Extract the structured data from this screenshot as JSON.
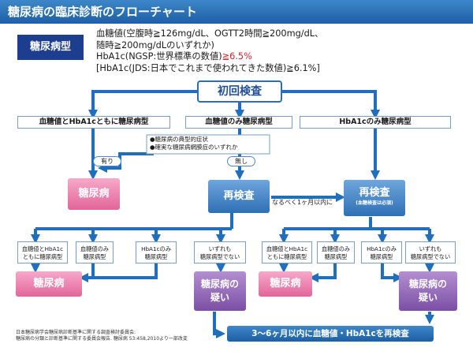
{
  "title": "糖尿病の臨床診断のフローチャート",
  "criteria": {
    "label": "糖尿病型",
    "line1": "血糖値(空腹時≧126mg/dL、OGTT2時間≧200mg/dL、",
    "line2": "随時≧200mg/dLのいずれか)",
    "line3_prefix": "HbA1c(NGSP:世界標準の数値)",
    "line3_value": "≧6.5%",
    "line4": "[HbA1c(JDS:日本でこれまで使われてきた数値)≧6.1%]"
  },
  "start": "初回検査",
  "branches": {
    "both": "血糖値とHbA1cともに糖尿病型",
    "glucose_only": "血糖値のみ糖尿病型",
    "hba1c_only": "HbA1cのみ糖尿病型"
  },
  "conditions": {
    "item1": "●糖尿病の典型的症状",
    "item2": "●確実な糖尿病網膜症のいずれか"
  },
  "labels": {
    "yes": "有り",
    "no": "無し"
  },
  "diabetes": "糖尿病",
  "retest": "再検査",
  "retest_note": "(血糖検査は必須)",
  "within_month": "なるべく1ヶ月以内に",
  "suspicion_line1": "糖尿病の",
  "suspicion_line2": "疑い",
  "sub": {
    "both_l1": "血糖値とHbA1c",
    "both_l2": "ともに糖尿病型",
    "glu_l1": "血糖値のみ",
    "glu_l2": "糖尿病型",
    "hba_l1": "HbA1cのみ",
    "hba_l2": "糖尿病型",
    "neither_l1": "いずれも",
    "neither_l2": "糖尿病型でない"
  },
  "final": "3〜6ヶ月以内に血糖値・HbA1cを再検査",
  "reference": {
    "line1": "日本糖尿病学会糖尿病診断基準に関する調査検討委員会:",
    "line2": "糖尿病の分類と診断基準に関する委員会報告. 糖尿病 53:458,2010より一部改変"
  },
  "colors": {
    "arrow": "#1f6fbe",
    "pink": "#e2659a",
    "blue": "#2e6fb5",
    "purple": "#7b4fa6",
    "header": "#1d5fa3",
    "red": "#d4202a"
  }
}
